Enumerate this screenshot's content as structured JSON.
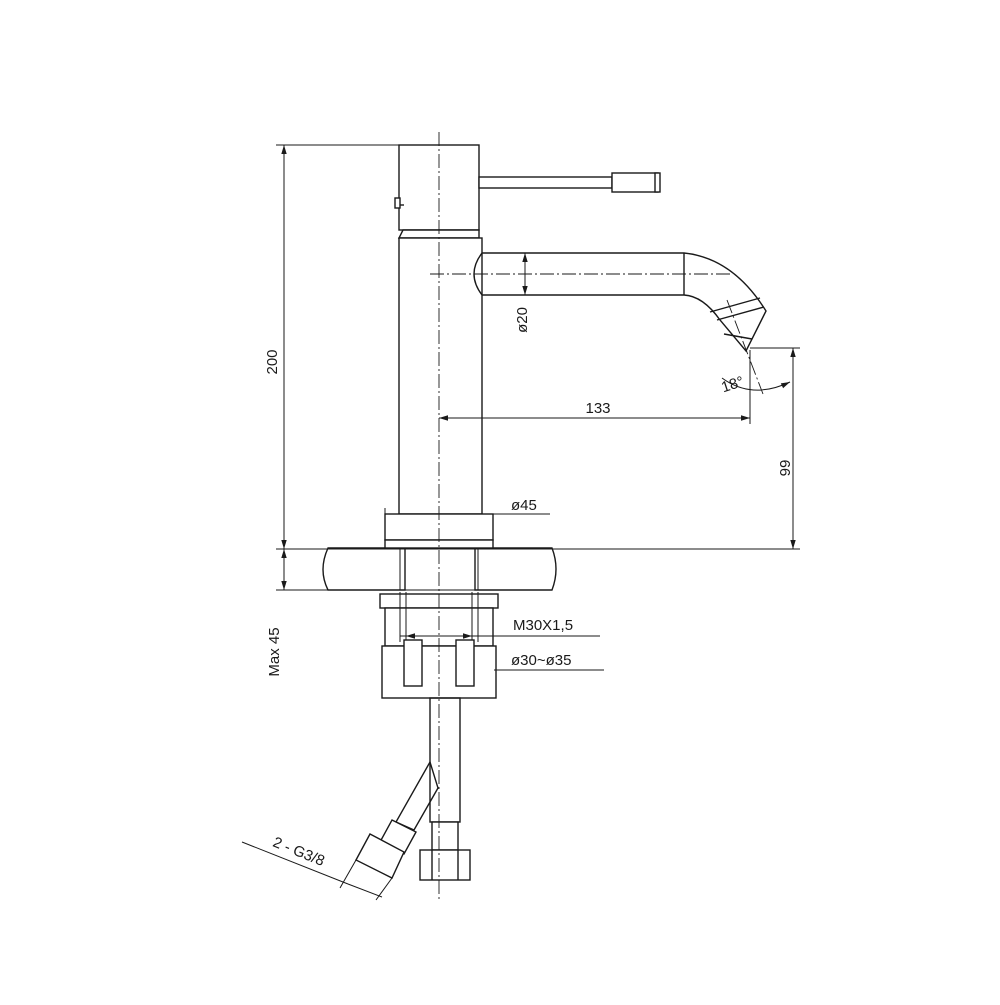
{
  "dimensions": {
    "height_total": "200",
    "spout_diameter": "ø20",
    "spout_reach": "133",
    "spout_angle": "18°",
    "spout_height": "99",
    "base_diameter": "ø45",
    "mount_thread": "M30X1,5",
    "hole_range": "ø30~ø35",
    "max_thickness": "Max 45",
    "hose_connection": "2 - G3/8"
  },
  "colors": {
    "line": "#1a1a1a",
    "background": "#ffffff"
  }
}
